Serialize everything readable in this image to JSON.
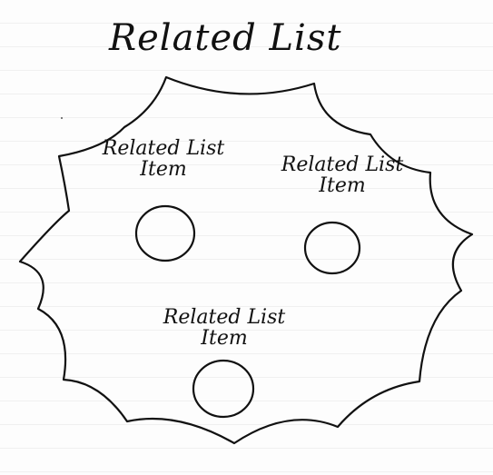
{
  "diagram": {
    "title": "Related List",
    "items": [
      {
        "label": "Related List Item"
      },
      {
        "label": "Related List Item"
      },
      {
        "label": "Related List Item"
      }
    ],
    "colors": {
      "ink": "#111111",
      "paper": "#fdfdfd"
    }
  }
}
